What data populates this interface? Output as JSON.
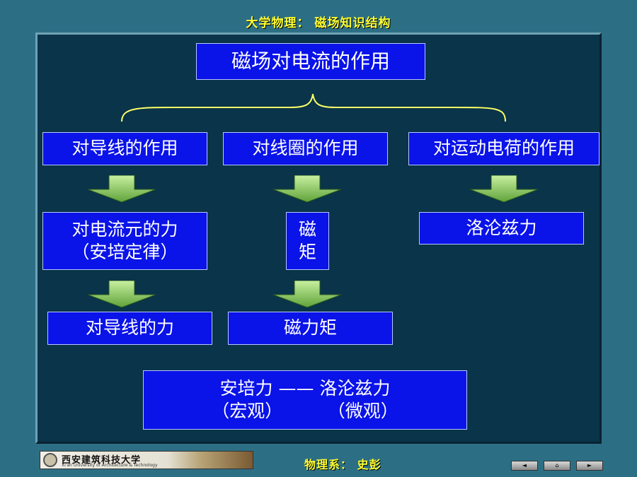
{
  "header": {
    "title": "大学物理： 磁场知识结构"
  },
  "diagram": {
    "root": "磁场对电流的作用",
    "categories": [
      {
        "label": "对导线的作用"
      },
      {
        "label": "对线圈的作用"
      },
      {
        "label": "对运动电荷的作用"
      }
    ],
    "level2": {
      "wire_force": {
        "line1": "对电流元的力",
        "line2": "（安培定律）"
      },
      "torque": {
        "line1": "磁",
        "line2": "矩"
      },
      "lorentz": "洛沦兹力"
    },
    "level3": {
      "wire": "对导线的力",
      "torque": "磁力矩"
    },
    "summary": {
      "line1": "安培力 —— 洛沦兹力",
      "line2": "（宏观）        （微观）"
    }
  },
  "footer": {
    "logo_text": "西安建筑科技大学",
    "logo_subtitle": "Xi'an University of Architecture & Technology",
    "department": "物理系： 史彭",
    "nav": {
      "prev": "◄",
      "home": "⌂",
      "next": "►"
    }
  },
  "colors": {
    "background": "#2c6f85",
    "panel": "#093449",
    "box_fill": "#0a13e8",
    "title_yellow": "#ffff33",
    "brace": "#ffff66",
    "arrow_green": "#8ed36a"
  }
}
